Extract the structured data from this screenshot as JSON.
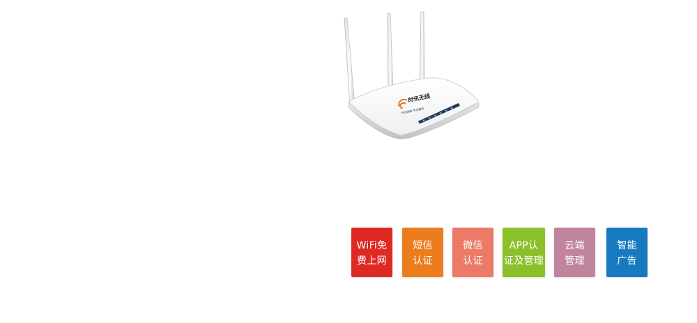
{
  "product": {
    "brand_text": "时讯无线",
    "slogan_text": "专业网络 专业服务"
  },
  "features": [
    {
      "line1": "WiFi免",
      "line2": "费上网",
      "color": "#df2a24"
    },
    {
      "line1": "短信",
      "line2": "认证",
      "color": "#ec7d1f"
    },
    {
      "line1": "微信",
      "line2": "认证",
      "color": "#ec7a67"
    },
    {
      "line1": "APP认",
      "line2": "证及管理",
      "color": "#8cc02b"
    },
    {
      "line1": "云端",
      "line2": "管理",
      "color": "#c0849e"
    },
    {
      "line1": "智能",
      "line2": "广告",
      "color": "#1779c0"
    }
  ]
}
